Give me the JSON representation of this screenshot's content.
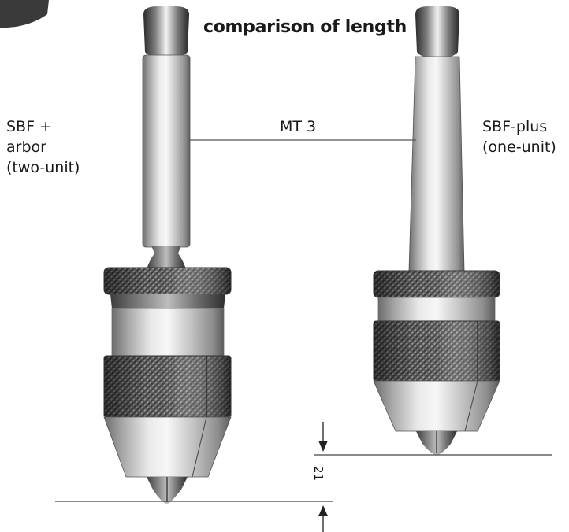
{
  "title": "comparison of length",
  "left_label": [
    "SBF +",
    "arbor",
    "(two-unit)"
  ],
  "right_label": [
    "SBF-plus",
    "(one-unit)"
  ],
  "taper_label": "MT 3",
  "dimension_label": "21"
}
